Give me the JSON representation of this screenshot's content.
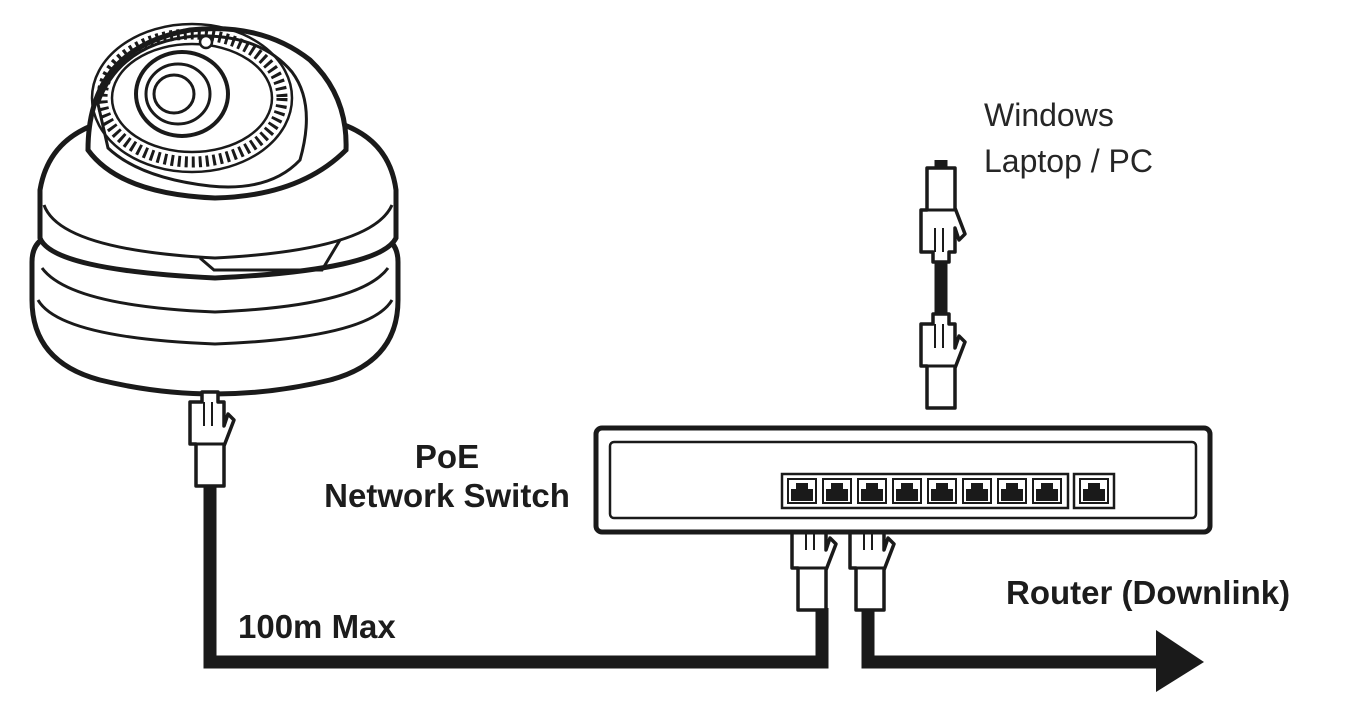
{
  "labels": {
    "pc_line1": "Windows",
    "pc_line2": "Laptop / PC",
    "switch_line1": "PoE",
    "switch_line2": "Network Switch",
    "router": "Router (Downlink)",
    "distance": "100m Max"
  },
  "colors": {
    "line": "#1a1a1a",
    "background": "#ffffff"
  },
  "icons": [
    "dome-camera-icon",
    "rj45-connector-icon",
    "network-switch-icon",
    "ethernet-port-icon",
    "arrow-right-icon"
  ],
  "switch": {
    "poe_ports": 8,
    "uplink_ports": 1
  }
}
